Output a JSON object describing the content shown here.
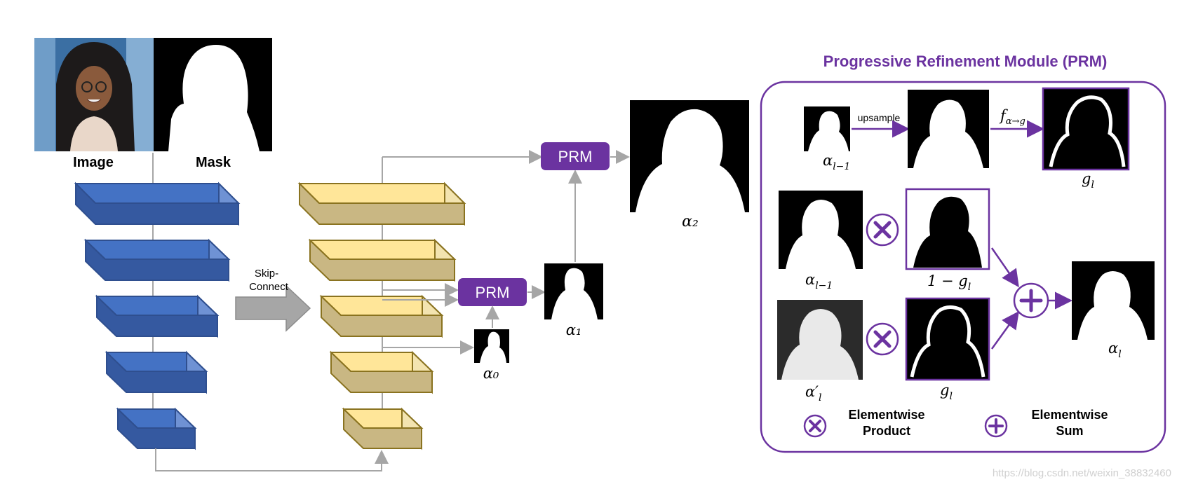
{
  "input": {
    "image_label": "Image",
    "mask_label": "Mask"
  },
  "skip_connect": {
    "label_line1": "Skip-",
    "label_line2": "Connect"
  },
  "prm_blocks": {
    "label": "PRM"
  },
  "outputs": {
    "alpha0": "α₀",
    "alpha1": "α₁",
    "alpha2": "α₂"
  },
  "prm_panel": {
    "title": "Progressive Refinement Module (PRM)",
    "upsample_label": "upsample",
    "f_label": "f",
    "f_sub": "α→g",
    "alpha_l_minus_1": "α",
    "alpha_l_minus_1_sub": "l−1",
    "g_l": "g",
    "g_l_sub": "l",
    "one_minus_g_l": "1 − g",
    "one_minus_g_l_sub": "l",
    "alpha_l_prime": "α′",
    "alpha_l_prime_sub": "l",
    "alpha_l": "α",
    "alpha_l_sub": "l",
    "legend_product_line1": "Elementwise",
    "legend_product_line2": "Product",
    "legend_sum_line1": "Elementwise",
    "legend_sum_line2": "Sum"
  },
  "colors": {
    "prm_purple": "#6b33a0",
    "encoder_blue": "#4472c4",
    "encoder_blue_dark": "#2f5597",
    "decoder_yellow": "#ffe699",
    "decoder_yellow_dark": "#c9b783",
    "arrow_gray": "#a6a6a6"
  },
  "watermark": "https://blog.csdn.net/weixin_38832460"
}
